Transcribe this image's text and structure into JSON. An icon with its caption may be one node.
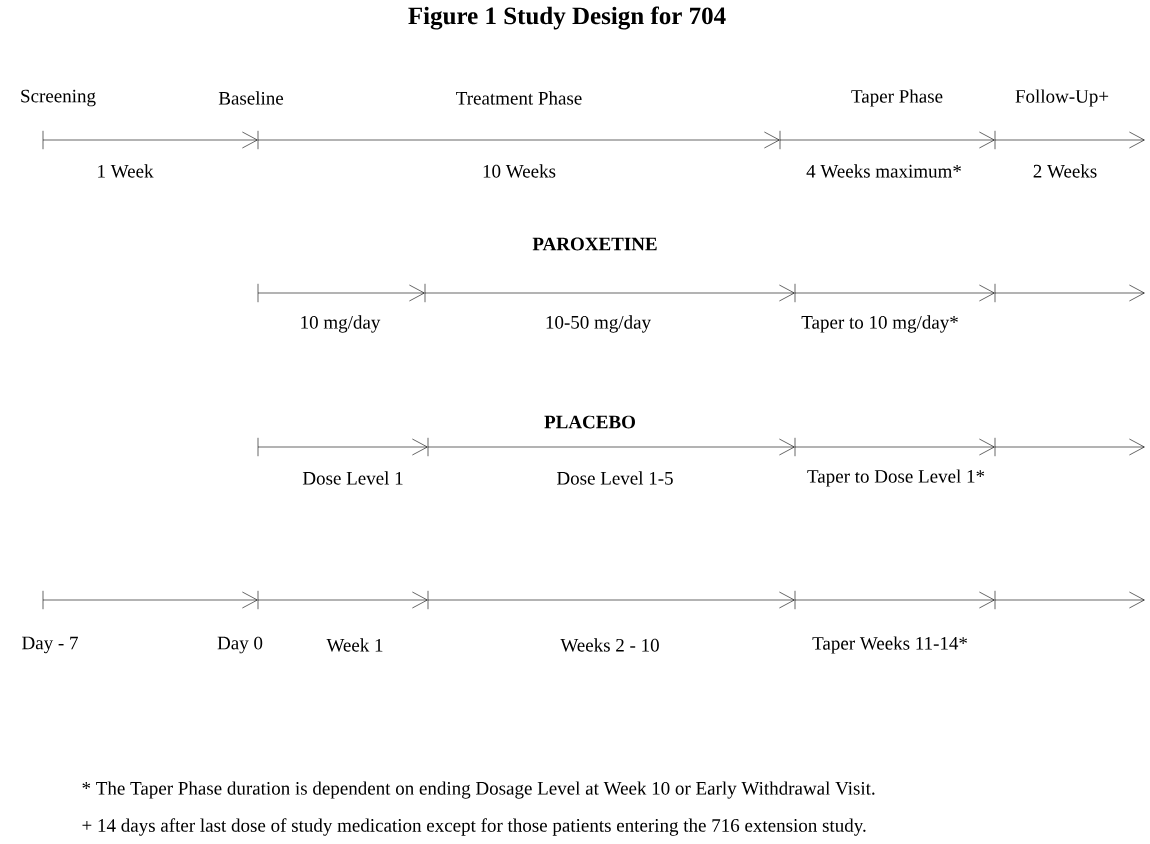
{
  "diagram": {
    "title": "Figure 1  Study Design for 704",
    "nodes": [
      {
        "text": [],
        "shape": "bar"
      },
      {
        "text": [],
        "shape": "bar"
      },
      {
        "text": [],
        "shape": "bar"
      },
      {
        "text": [],
        "shape": "bar"
      },
      {
        "text": [],
        "shape": "bar"
      },
      {
        "text": [],
        "shape": "bar"
      },
      {
        "text": [],
        "shape": "bar"
      },
      {
        "text": [],
        "shape": "bar"
      },
      {
        "text": [],
        "shape": "bar"
      },
      {
        "text": [],
        "shape": "bar"
      },
      {
        "text": [],
        "shape": "bar"
      },
      {
        "text": [],
        "shape": "bar"
      },
      {
        "text": [],
        "shape": "bar",
        "beside": [
          "Day -  7"
        ]
      },
      {
        "text": [],
        "shape": "bar",
        "beside": [
          "Day 0"
        ]
      },
      {
        "text": [],
        "shape": "bar"
      },
      {
        "text": [],
        "shape": "bar"
      },
      {
        "text": [],
        "shape": "bar"
      }
    ],
    "edges": [
      {
        "from": 0,
        "to": 1,
        "arrow": "to",
        "label": "1 Week"
      },
      {
        "from": 1,
        "to": 2,
        "arrow": "to",
        "label": "10 Weeks"
      },
      {
        "from": 2,
        "to": 3,
        "arrow": "to",
        "label": "4 Weeks maximum*"
      },
      {
        "from": 3,
        "to": null,
        "arrow": "to",
        "label": "2 Weeks"
      },
      {
        "from": 4,
        "to": 5,
        "arrow": "to",
        "label": "10 mg/day"
      },
      {
        "from": 5,
        "to": 6,
        "arrow": "to",
        "label": "10-50 mg/day"
      },
      {
        "from": 6,
        "to": 7,
        "arrow": "to",
        "label": "Taper to 10 mg/day*"
      },
      {
        "from": 7,
        "to": null,
        "arrow": "to"
      },
      {
        "from": 8,
        "to": 9,
        "arrow": "to",
        "label": "Dose Level 1"
      },
      {
        "from": 9,
        "to": 10,
        "arrow": "to",
        "label": "Dose Level 1-5"
      },
      {
        "from": 10,
        "to": 11,
        "arrow": "to",
        "label": "Taper to Dose Level 1*"
      },
      {
        "from": 11,
        "to": null,
        "arrow": "to"
      },
      {
        "from": 12,
        "to": 13,
        "arrow": "to"
      },
      {
        "from": 13,
        "to": 14,
        "arrow": "to",
        "label": "Week 1"
      },
      {
        "from": 14,
        "to": 15,
        "arrow": "to",
        "label": "Weeks 2 - 10"
      },
      {
        "from": 15,
        "to": 16,
        "arrow": "to",
        "label": "Taper Weeks 11-14*"
      },
      {
        "from": 16,
        "to": null,
        "arrow": "to"
      }
    ],
    "labels": [
      "Screening",
      "Baseline",
      "Treatment Phase",
      "Taper Phase",
      "Follow-Up+",
      "PAROXETINE",
      "PLACEBO",
      "*  The Taper Phase duration is dependent on ending Dosage Level at Week 10 or Early Withdrawal Visit.",
      "+ 14 days after last dose of study medication except for those patients entering the 716 extension study."
    ]
  }
}
